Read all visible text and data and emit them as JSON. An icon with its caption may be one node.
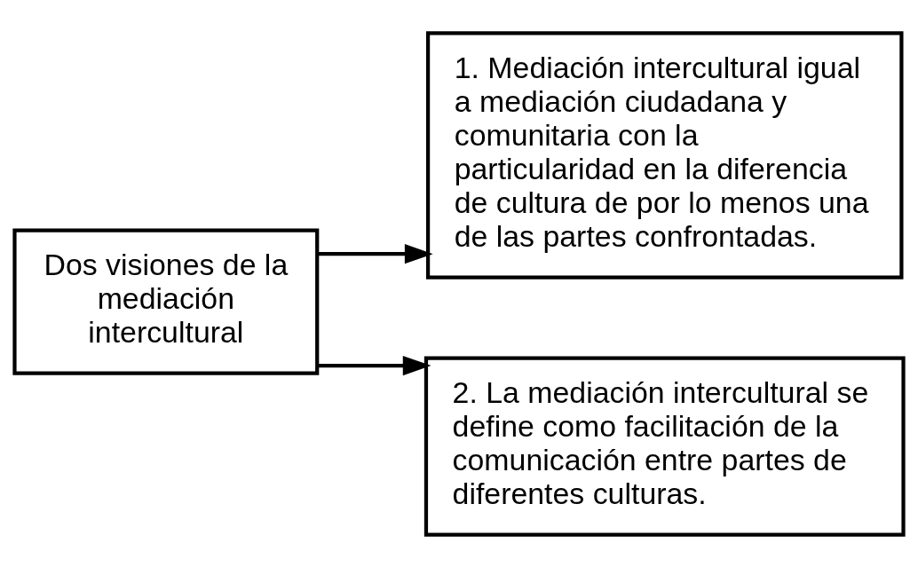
{
  "diagram": {
    "nodes": [
      {
        "text": [
          "Dos visiones de la mediación intercultural"
        ]
      },
      {
        "text": [
          "1. Mediación intercultural igual a mediación ciudadana y comunitaria con la particularidad en la diferencia de cultura de por lo menos una de las partes confrontadas."
        ]
      },
      {
        "text": [
          "2. La mediación intercultural se define como facilitación de la comunicación entre partes de diferentes culturas."
        ]
      }
    ],
    "edges": [
      {
        "from": 0,
        "to": 1,
        "arrow": "to"
      },
      {
        "from": 0,
        "to": 2,
        "arrow": "to"
      }
    ]
  }
}
